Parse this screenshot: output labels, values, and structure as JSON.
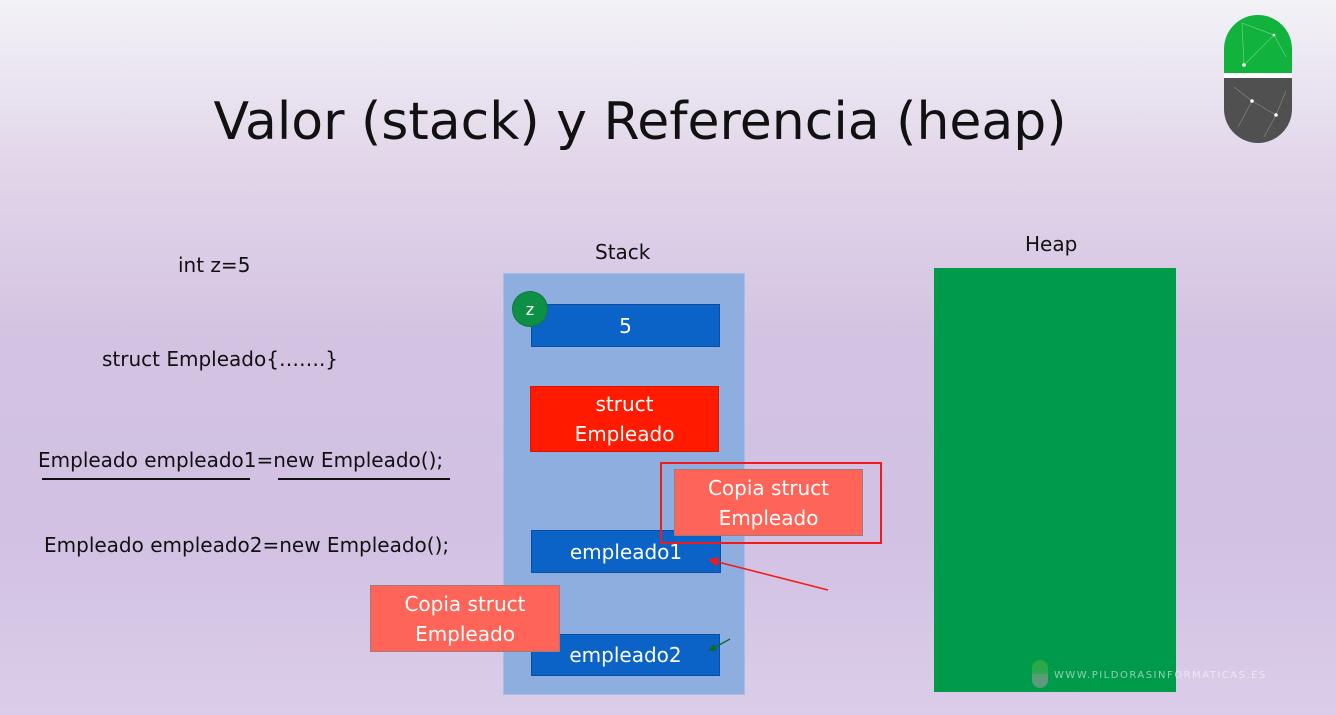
{
  "slide": {
    "title": "Valor (stack) y Referencia (heap)"
  },
  "code": {
    "line1": "int z=5",
    "line2": "struct Empleado{…….}",
    "line3": "Empleado empleado1=new Empleado();",
    "line4": "Empleado empleado2=new Empleado();"
  },
  "stack": {
    "label": "Stack",
    "var_badge": "z",
    "value_box": "5",
    "struct_box": [
      "struct",
      "Empleado"
    ],
    "ref1": "empleado1",
    "ref2": "empleado2"
  },
  "heap": {
    "label": "Heap"
  },
  "copies": {
    "copy1": [
      "Copia struct",
      "Empleado"
    ],
    "copy2": [
      "Copia struct",
      "Empleado"
    ]
  },
  "watermark": "WWW.PILDORASINFORMATICAS.ES",
  "colors": {
    "stack_panel": "#8eaee0",
    "heap_panel": "#009a4b",
    "value_blue": "#0b62c7",
    "struct_red": "#ff1a00",
    "copy_salmon": "#ff6459",
    "badge_green": "#0e8f46",
    "arrow_red": "#f21b1b"
  }
}
